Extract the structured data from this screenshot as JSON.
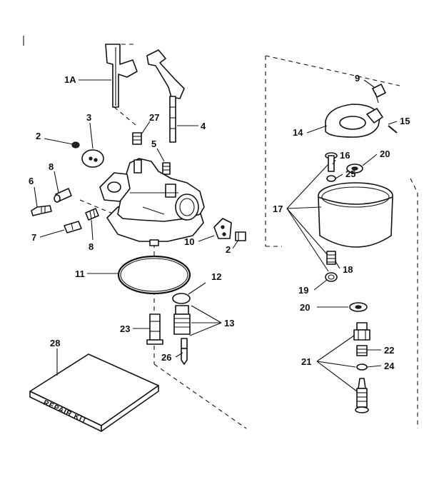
{
  "diagram": {
    "callouts": {
      "c1A": "1A",
      "c2a": "2",
      "c2b": "2",
      "c3": "3",
      "c4": "4",
      "c5": "5",
      "c6": "6",
      "c7": "7",
      "c8a": "8",
      "c8b": "8",
      "c9": "9",
      "c10": "10",
      "c11": "11",
      "c12": "12",
      "c13": "13",
      "c14": "14",
      "c15": "15",
      "c16": "16",
      "c17": "17",
      "c18": "18",
      "c19": "19",
      "c20a": "20",
      "c20b": "20",
      "c21": "21",
      "c22": "22",
      "c23": "23",
      "c24": "24",
      "c25": "25",
      "c26": "26",
      "c27": "27",
      "c28": "28"
    },
    "repair_kit_label": "REPAIR KIT"
  }
}
